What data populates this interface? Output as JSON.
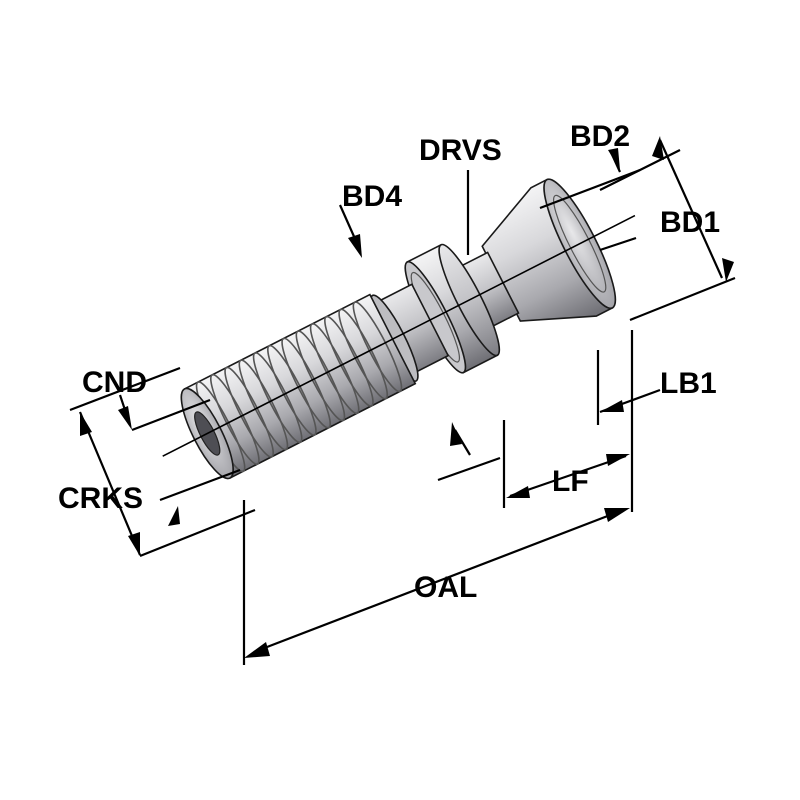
{
  "diagram": {
    "labels": {
      "drvs": "DRVS",
      "bd2": "BD2",
      "bd4": "BD4",
      "bd1": "BD1",
      "cnd": "CND",
      "lb1": "LB1",
      "crks": "CRKS",
      "lf": "LF",
      "oal": "OAL"
    },
    "colors": {
      "part_light": "#e4e4e6",
      "part_mid": "#b9b9bd",
      "part_dark": "#6e6e74",
      "line": "#000000"
    }
  }
}
